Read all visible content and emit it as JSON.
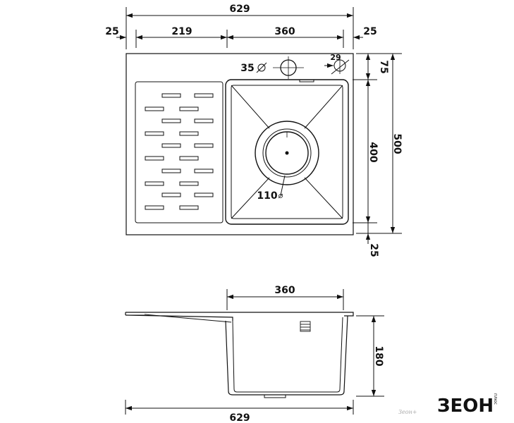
{
  "top_view": {
    "overall_width": "629",
    "left_margin": "25",
    "right_margin": "25",
    "drainer_width": "219",
    "bowl_width": "360",
    "faucet_hole": "35",
    "overflow_hole": "29",
    "top_offset": "75",
    "bowl_depth": "400",
    "overall_depth": "500",
    "bottom_margin": "25",
    "drain_diameter": "110"
  },
  "side_view": {
    "bowl_width": "360",
    "bowl_height": "180",
    "overall_width": "629"
  },
  "brand": {
    "logo": "ЗЕОН",
    "logo_suffix": "плюс",
    "watermark": "Зеон+"
  }
}
